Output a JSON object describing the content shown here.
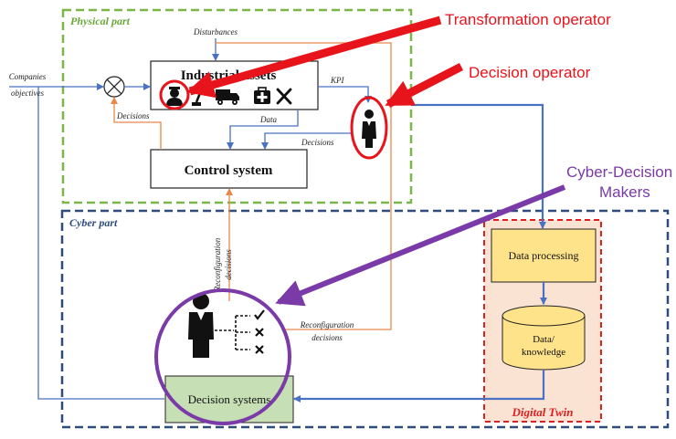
{
  "regions": {
    "physical_label": "Physical part",
    "cyber_label": "Cyber part",
    "digital_twin_label": "Digital Twin"
  },
  "blocks": {
    "industrial_assets": "Industrial assets",
    "control_system": "Control system",
    "data_processing": "Data processing",
    "data_knowledge_line1": "Data/",
    "data_knowledge_line2": "knowledge",
    "decision_systems": "Decision systems"
  },
  "labels": {
    "companies_line1": "Companies",
    "companies_line2": "objectives",
    "disturbances": "Disturbances",
    "kpi": "KPI",
    "data": "Data",
    "decisions_left": "Decisions",
    "decisions_right": "Decisions",
    "reconfig_vertical_line1": "Reconfiguration",
    "reconfig_vertical_line2": "decisions",
    "reconfig_horizontal_line1": "Reconfiguration",
    "reconfig_horizontal_line2": "decisions"
  },
  "callouts": {
    "transformation_operator": "Transformation operator",
    "decision_operator": "Decision operator",
    "cyber_decision_line1": "Cyber-Decision",
    "cyber_decision_line2": "Makers"
  },
  "colors": {
    "physical_border": "#7ab648",
    "cyber_border": "#2f4b7c",
    "digital_twin_border": "#e02020",
    "digital_twin_fill": "#fbe3d3",
    "blue_arrow": "#4a72c4",
    "orange_arrow": "#e8884a",
    "red_callout": "#e8141b",
    "purple_callout": "#7a3aa8",
    "data_processing_fill": "#ffe38a",
    "decision_systems_fill": "#c6dfb4"
  },
  "icons": [
    "worker-icon",
    "robot-arm-icon",
    "truck-icon",
    "first-aid-icon",
    "tools-icon",
    "businessman-icon",
    "checklist-icon"
  ]
}
